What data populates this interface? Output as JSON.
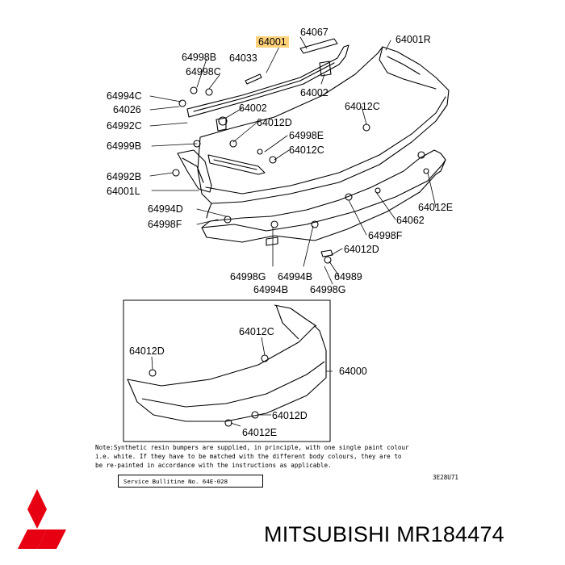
{
  "callouts": [
    {
      "id": "c-64067",
      "text": "64067"
    },
    {
      "id": "c-64001-top",
      "text": "64001",
      "highlight": true
    },
    {
      "id": "c-64001r",
      "text": "64001R"
    },
    {
      "id": "c-64998b",
      "text": "64998B"
    },
    {
      "id": "c-64033",
      "text": "64033"
    },
    {
      "id": "c-64998c",
      "text": "64998C"
    },
    {
      "id": "c-64002-a",
      "text": "64002"
    },
    {
      "id": "c-64994c",
      "text": "64994C"
    },
    {
      "id": "c-64026",
      "text": "64026"
    },
    {
      "id": "c-64002-b",
      "text": "64002"
    },
    {
      "id": "c-64012c-a",
      "text": "64012C"
    },
    {
      "id": "c-64992c",
      "text": "64992C"
    },
    {
      "id": "c-64012d-a",
      "text": "64012D"
    },
    {
      "id": "c-64998e",
      "text": "64998E"
    },
    {
      "id": "c-64999b",
      "text": "64999B"
    },
    {
      "id": "c-64012c-b",
      "text": "64012C"
    },
    {
      "id": "c-64992b",
      "text": "64992B"
    },
    {
      "id": "c-64001l",
      "text": "64001L"
    },
    {
      "id": "c-64994d",
      "text": "64994D"
    },
    {
      "id": "c-64012e-a",
      "text": "64012E"
    },
    {
      "id": "c-64998f-a",
      "text": "64998F"
    },
    {
      "id": "c-64062",
      "text": "64062"
    },
    {
      "id": "c-64998f-b",
      "text": "64998F"
    },
    {
      "id": "c-64012d-b",
      "text": "64012D"
    },
    {
      "id": "c-64998g-a",
      "text": "64998G"
    },
    {
      "id": "c-64994b-a",
      "text": "64994B"
    },
    {
      "id": "c-64989",
      "text": "64989"
    },
    {
      "id": "c-64994b-b",
      "text": "64994B"
    },
    {
      "id": "c-64998g-b",
      "text": "64998G"
    },
    {
      "id": "c-64012c-c",
      "text": "64012C"
    },
    {
      "id": "c-64012d-c",
      "text": "64012D"
    },
    {
      "id": "c-64000",
      "text": "64000"
    },
    {
      "id": "c-64012d-d",
      "text": "64012D"
    },
    {
      "id": "c-64012e-b",
      "text": "64012E"
    }
  ],
  "note": {
    "line1": "Note:Synthetic resin bumpers are supplied, in principle, with one single paint colour",
    "line2": "     i.e. white. If they have to be matched with the different body colours, they are to",
    "line3": "     be re-painted in accordance with the instructions as applicable."
  },
  "bulletin": "Service Bullitine No. 64E-028",
  "diagram_ref": "3E28U71",
  "brand": {
    "caption": "MITSUBISHI MR184474",
    "logo_color": "#e60012",
    "highlight_color": "#ffd27a"
  }
}
